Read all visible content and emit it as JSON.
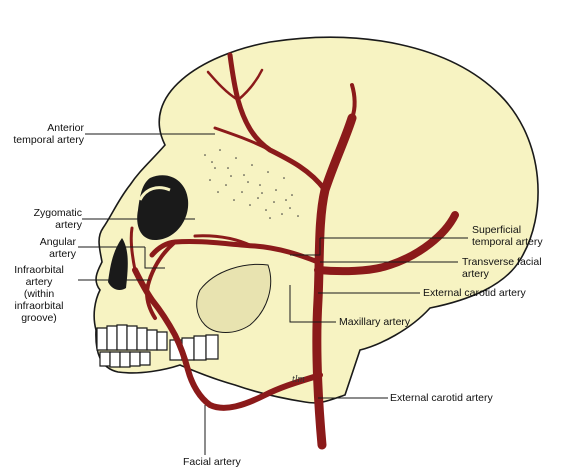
{
  "labels": {
    "anterior_temporal_1": "Anterior",
    "anterior_temporal_2": "temporal artery",
    "zygomatic_1": "Zygomatic",
    "zygomatic_2": "artery",
    "angular_1": "Angular",
    "angular_2": "artery",
    "infraorbital_1": "Infraorbital",
    "infraorbital_2": "artery",
    "infraorbital_3": "(within",
    "infraorbital_4": "infraorbital",
    "infraorbital_5": "groove)",
    "superficial_temporal_1": "Superficial",
    "superficial_temporal_2": "temporal artery",
    "transverse_facial_1": "Transverse facial",
    "transverse_facial_2": "artery",
    "external_carotid_upper": "External carotid artery",
    "maxillary": "Maxillary artery",
    "external_carotid_lower": "External carotid artery",
    "facial": "Facial artery",
    "signature": "tlm"
  },
  "colors": {
    "skull_fill": "#F7F3C2",
    "artery": "#8B1A1A",
    "outline": "#1a1a1a"
  }
}
